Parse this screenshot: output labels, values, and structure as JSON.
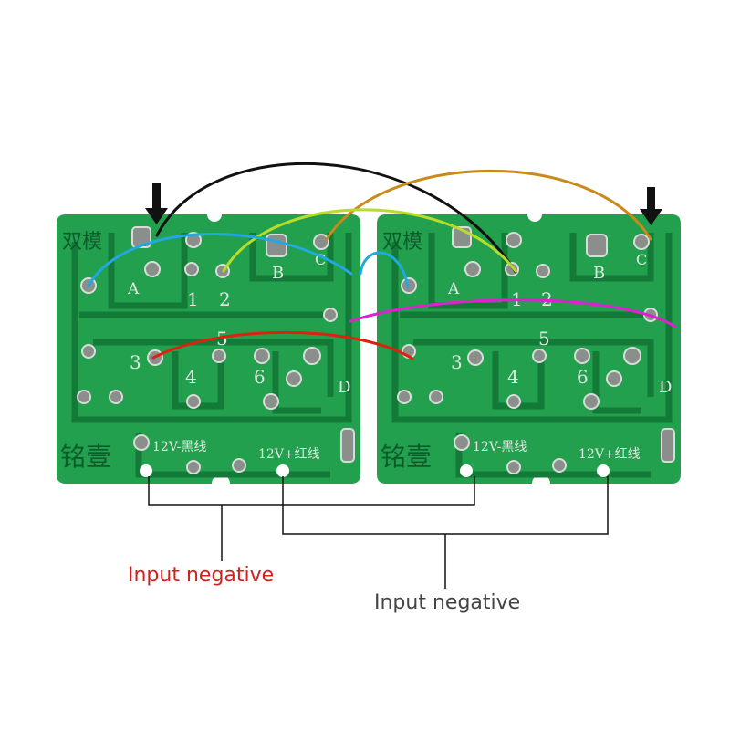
{
  "boards": [
    {
      "mode_label": "双模",
      "brand_label": "铭壹",
      "neg_label": "12V-黑线",
      "pos_label": "12V+红线",
      "pins": {
        "a": "A",
        "b": "B",
        "c": "C",
        "d": "D",
        "p1": "1",
        "p2": "2",
        "p3": "3",
        "p4": "4",
        "p5": "5",
        "p6": "6"
      }
    },
    {
      "mode_label": "双模",
      "brand_label": "铭壹",
      "neg_label": "12V-黑线",
      "pos_label": "12V+红线",
      "pins": {
        "a": "A",
        "b": "B",
        "c": "C",
        "d": "D",
        "p1": "1",
        "p2": "2",
        "p3": "3",
        "p4": "4",
        "p5": "5",
        "p6": "6"
      }
    }
  ],
  "callouts": {
    "left": {
      "text": "Input negative",
      "color": "#d0201c"
    },
    "right": {
      "text": "Input negative",
      "color": "#444444"
    }
  },
  "colors": {
    "board": "#22a04d",
    "trace": "#137a37",
    "wire_black": "#111111",
    "wire_orange": "#c98a1a",
    "wire_yellow": "#b7dc2a",
    "wire_blue": "#22a8e0",
    "wire_magenta": "#e020d0",
    "wire_red": "#e0200c"
  }
}
